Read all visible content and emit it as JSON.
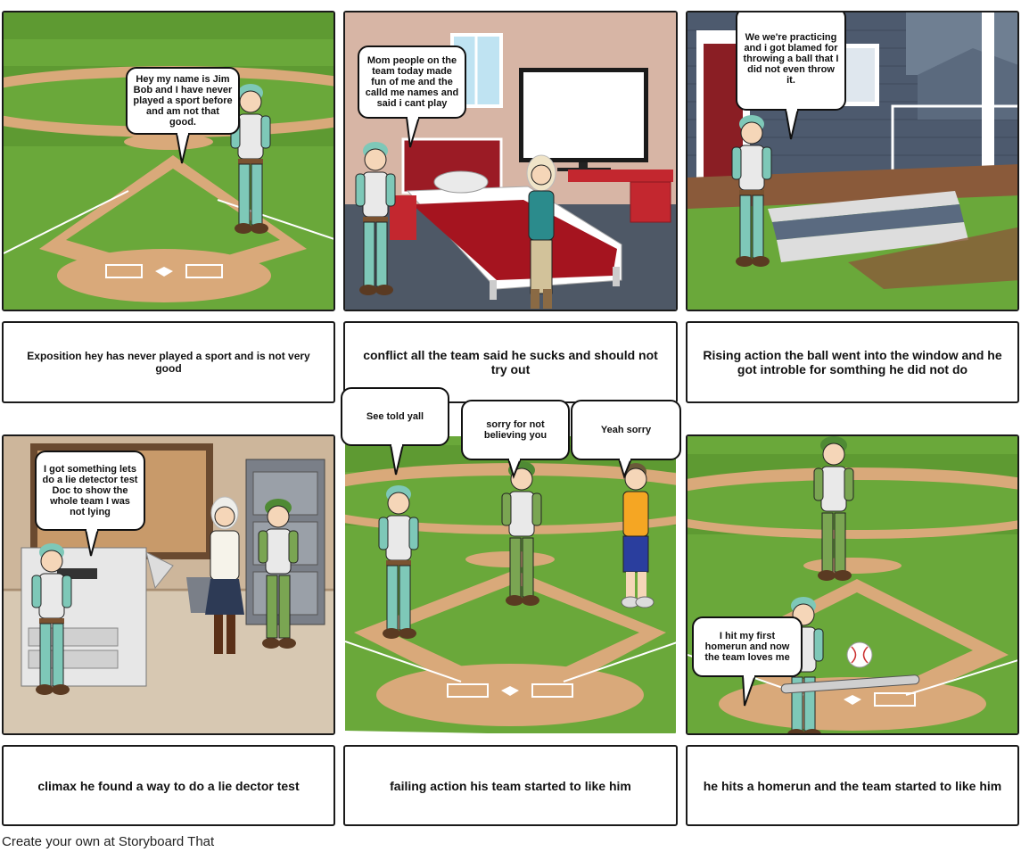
{
  "panels": [
    {
      "scene": "baseball-field",
      "bubble": "Hey my name is Jim Bob and I have never played a sport before and am not that good.",
      "caption": "Exposition hey has never played a sport and is not very good"
    },
    {
      "scene": "bedroom",
      "bubble": "Mom people on the team today made fun of me and the calld me names and said i cant play",
      "caption": "conflict all the team said he sucks and should not try out"
    },
    {
      "scene": "house-porch",
      "bubble": "We we're practicing and i got blamed for throwing a ball that I did not even throw it.",
      "caption": "Rising action the ball went into the window and he got introble for somthing he did not do"
    },
    {
      "scene": "office",
      "bubble": "I got something lets do a lie detector test Doc to show the whole team I was not lying",
      "caption": "climax  he found a way to do a lie dector test"
    },
    {
      "scene": "baseball-field",
      "bubbles": [
        "See  told yall",
        "sorry for not believing you",
        "Yeah sorry"
      ],
      "caption": "failing action his team started to like him"
    },
    {
      "scene": "baseball-field",
      "bubble": "I hit my first homerun and now the team loves me",
      "caption": "he hits a homerun and the team started to like him"
    }
  ],
  "footer": "Create your own at Storyboard That",
  "colors": {
    "grass": "#6aa83a",
    "dirt": "#d9a97a",
    "teal-uniform": "#7ec8b8",
    "green-uniform": "#7aa552",
    "border": "#1a1a1a"
  }
}
